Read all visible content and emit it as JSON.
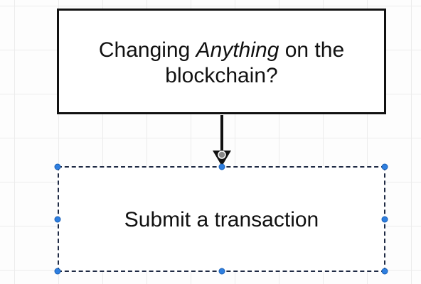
{
  "diagram": {
    "nodes": [
      {
        "id": "changing-anything",
        "text_before": "Changing ",
        "text_emphasis": "Anything",
        "text_after": " on the",
        "text_line2": "blockchain?"
      },
      {
        "id": "submit-transaction",
        "text": "Submit a transaction",
        "selected": true
      }
    ],
    "edges": [
      {
        "from": "changing-anything",
        "to": "submit-transaction"
      }
    ],
    "colors": {
      "stroke": "#111111",
      "selection_handle": "#2f7fe0",
      "grid": "#ececec"
    }
  }
}
